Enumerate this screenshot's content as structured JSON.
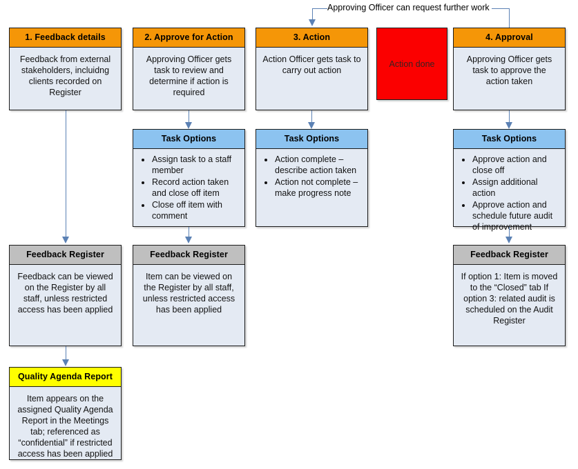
{
  "diagram": {
    "title_annotation": "Approving Officer can request further work",
    "colors": {
      "stage_header": "#f59607",
      "options_header": "#8cc3f0",
      "register_header": "#bfbfbf",
      "report_header": "#ffff00",
      "body_fill": "#e4eaf3",
      "action_done_fill": "#fb0000",
      "connector": "#5b81b4"
    },
    "stages": [
      {
        "id": "stage-1",
        "header": "1. Feedback details",
        "body": "Feedback from external stakeholders, incluidng clients recorded on Register"
      },
      {
        "id": "stage-2",
        "header": "2. Approve for Action",
        "body": "Approving Officer gets task to review and determine if action is required"
      },
      {
        "id": "stage-3",
        "header": "3. Action",
        "body": "Action Officer gets task to carry out action"
      },
      {
        "id": "stage-4",
        "header": "4. Approval",
        "body": "Approving Officer gets task to approve the action taken"
      }
    ],
    "action_done": {
      "label": "Action done"
    },
    "task_options": [
      {
        "id": "task-options-2",
        "header": "Task Options",
        "items": [
          "Assign task to a staff member",
          "Record action taken and close off item",
          "Close off item with comment"
        ]
      },
      {
        "id": "task-options-3",
        "header": "Task Options",
        "items": [
          "Action complete – describe action taken",
          "Action not complete – make progress note"
        ]
      },
      {
        "id": "task-options-4",
        "header": "Task Options",
        "items": [
          "Approve action and close off",
          "Assign additional action",
          "Approve action and schedule future audit of improvement"
        ]
      }
    ],
    "registers": [
      {
        "id": "register-1",
        "header": "Feedback Register",
        "body": "Feedback can be viewed on the Register by all staff, unless restricted access has been applied"
      },
      {
        "id": "register-2",
        "header": "Feedback Register",
        "body": "Item can be viewed on the Register by all staff, unless restricted access has been applied"
      },
      {
        "id": "register-4",
        "header": "Feedback Register",
        "body": "If option 1: Item is moved to the “Closed” tab If option 3: related audit is scheduled on the Audit Register"
      }
    ],
    "report": {
      "id": "quality-agenda-report",
      "header": "Quality Agenda Report",
      "body": "Item appears on the assigned Quality Agenda Report in the Meetings tab; referenced as “confidential” if restricted access has been applied"
    }
  }
}
